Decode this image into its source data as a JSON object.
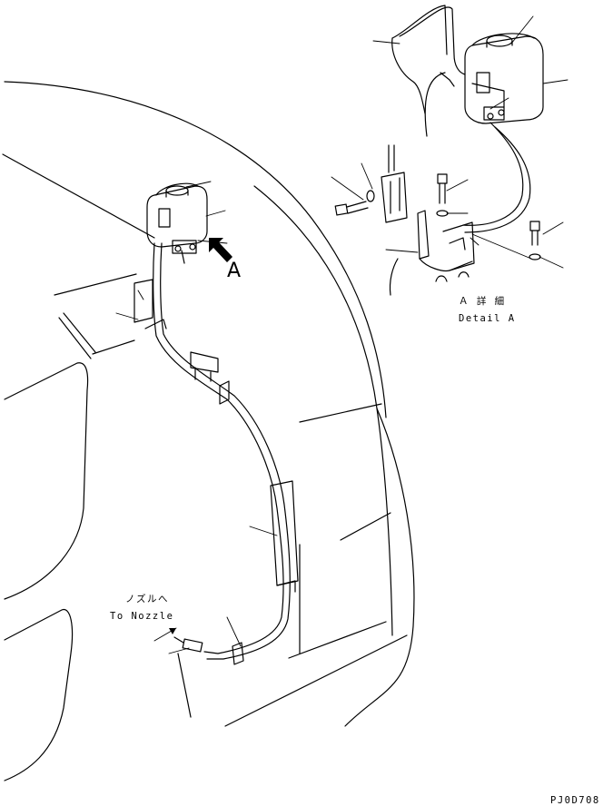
{
  "labels": {
    "view_arrow_letter": "A",
    "detail_title_jp": "Ａ 詳 細",
    "detail_title_en": "Detail A",
    "nozzle_jp": "ノズルへ",
    "nozzle_en": "To Nozzle",
    "drawing_code": "PJ0D708"
  },
  "colors": {
    "line": "#000000",
    "background": "#ffffff"
  }
}
